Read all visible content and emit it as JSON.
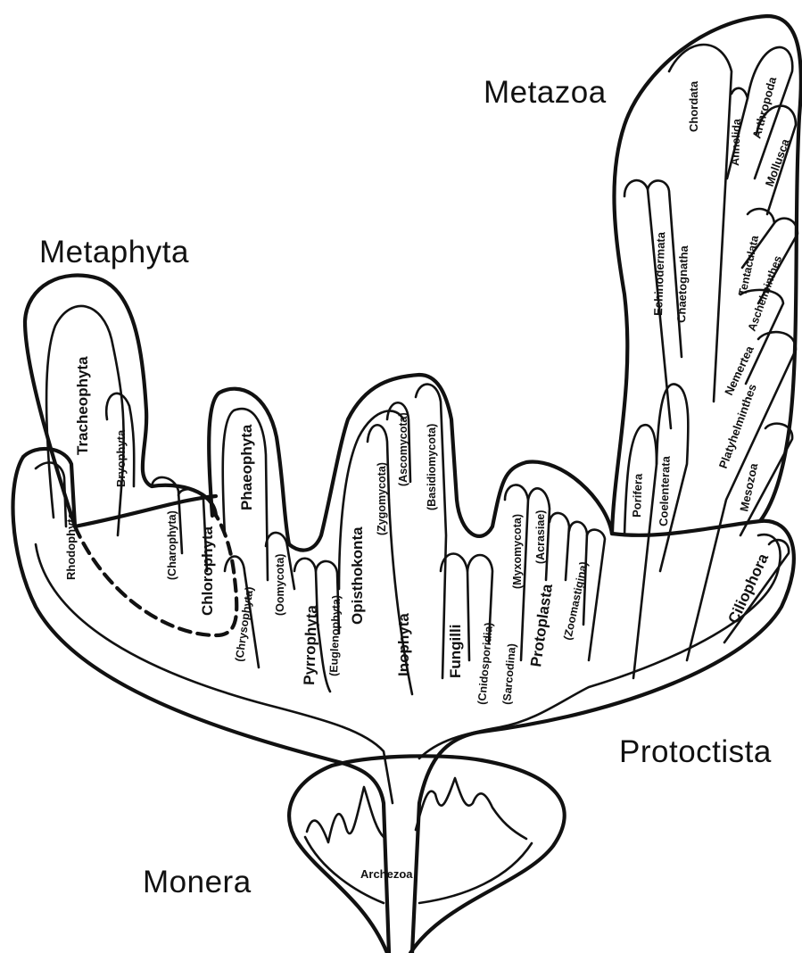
{
  "kingdoms": {
    "metazoa": "Metazoa",
    "metaphyta": "Metaphyta",
    "protoctista": "Protoctista",
    "monera": "Monera"
  },
  "phyla": {
    "tracheophyta": "Tracheophyta",
    "bryophyta": "Bryophyta",
    "rhodophyta": "Rhodophyta",
    "charophyta": "(Charophyta)",
    "chlorophyta": "Chlorophyta",
    "phaeophyta": "Phaeophyta",
    "chrysophyta": "(Chrysophyta)",
    "oomycota": "(Oomycota)",
    "pyrrophyta": "Pyrrophyta",
    "euglenophyta": "(Euglenophyta)",
    "opisthokonta": "Opisthokonta",
    "zygomycota": "(Zygomycota)",
    "ascomycota": "(Ascomycota)",
    "basidiomycota": "(Basidiomycota)",
    "inophyta": "Inophyta",
    "fungilli": "Fungilli",
    "cnidosporidia": "(Cnidosporidia)",
    "myxomycota": "(Myxomycota)",
    "acrasiae": "(Acrasiae)",
    "sarcodina": "(Sarcodina)",
    "protoplasta": "Protoplasta",
    "zoomastigina": "(Zoomastigina)",
    "porifera": "Porifera",
    "coelenterata": "Coelenterata",
    "echinodermata": "Echinodermata",
    "chaetognatha": "Chaetognatha",
    "chordata": "Chordata",
    "annelida": "Annelida",
    "arthropoda": "Arthropoda",
    "mollusca": "Mollusca",
    "tentaculata": "Tentaculata",
    "aschelminthes": "Aschelminthes",
    "nemertea": "Nemertea",
    "platyhelminthes": "Platyhelminthes",
    "mesozoa": "Mesozoa",
    "ciliophora": "Ciliophora",
    "archezoa": "Archezoa"
  }
}
